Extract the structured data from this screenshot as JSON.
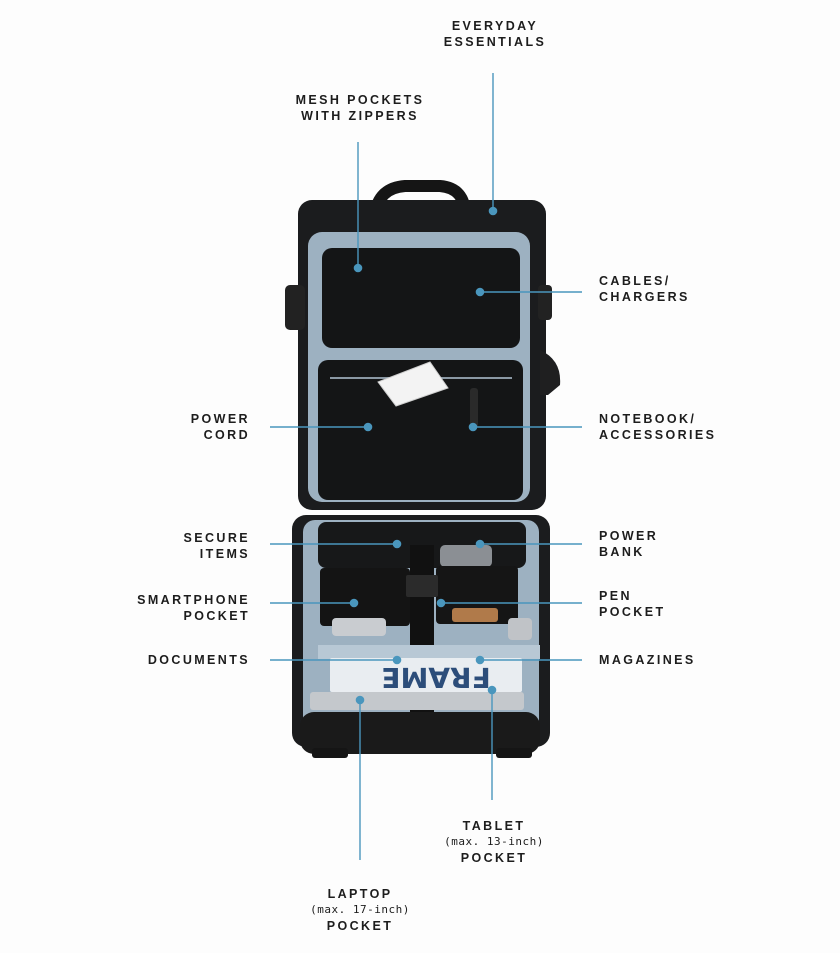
{
  "colors": {
    "leader": "#4a96bd",
    "bag_shell": "#1b1c1e",
    "bag_lining": "#9db1c1",
    "text": "#1d1d1d"
  },
  "labels": {
    "everyday_essentials": [
      "EVERYDAY",
      "ESSENTIALS"
    ],
    "mesh_pockets": [
      "MESH POCKETS",
      "WITH ZIPPERS"
    ],
    "cables_chargers": [
      "CABLES/",
      "CHARGERS"
    ],
    "power_cord": [
      "POWER",
      "CORD"
    ],
    "notebook_accessories": [
      "NOTEBOOK/",
      "ACCESSORIES"
    ],
    "secure_items": [
      "SECURE",
      "ITEMS"
    ],
    "power_bank": [
      "POWER",
      "BANK"
    ],
    "smartphone_pocket": [
      "SMARTPHONE",
      "POCKET"
    ],
    "pen_pocket": [
      "PEN",
      "POCKET"
    ],
    "documents": [
      "DOCUMENTS"
    ],
    "magazines": [
      "MAGAZINES"
    ],
    "tablet_pocket": [
      "TABLET",
      "(max. 13-inch)",
      "POCKET"
    ],
    "laptop_pocket": [
      "LAPTOP",
      "(max. 17-inch)",
      "POCKET"
    ]
  },
  "magazine_text": "FRAME"
}
